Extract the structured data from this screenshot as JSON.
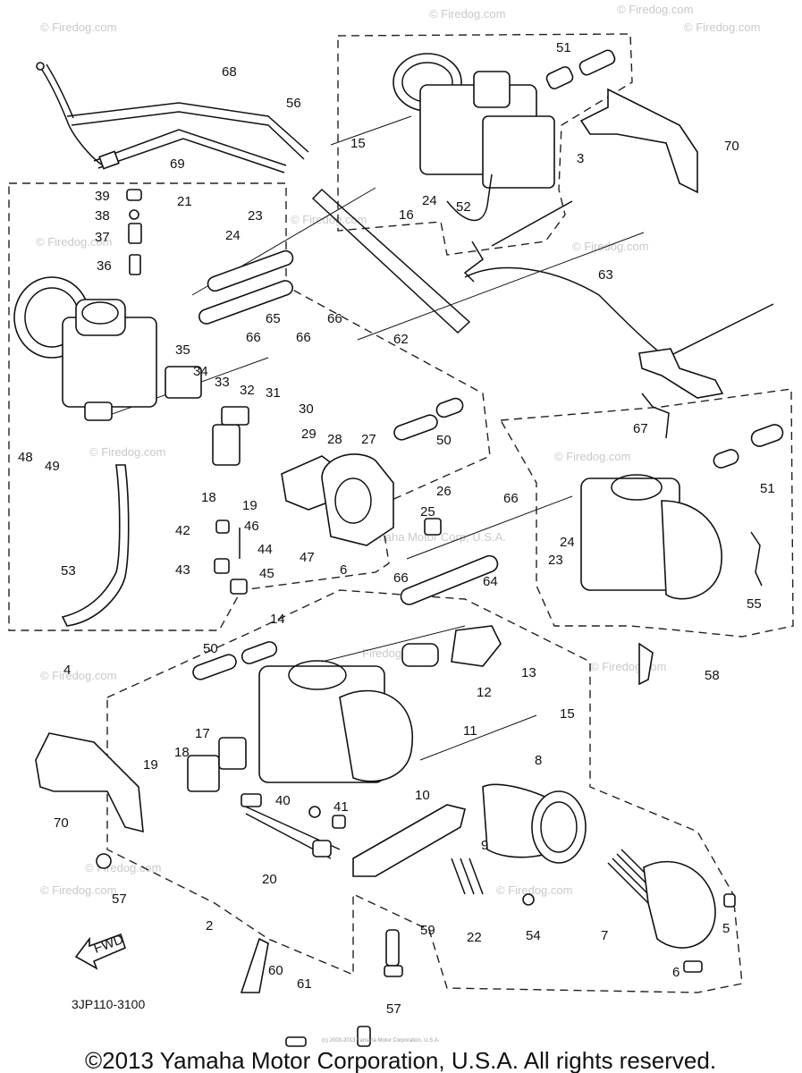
{
  "watermarks": [
    "© Firedog.com",
    "© Firedog.com",
    "© Firedog.com",
    "© Firedog.com",
    "© Firedog.com",
    "© Firedog.com",
    "© Firedog.com",
    "© Firedog.com",
    "© Firedog.com",
    "© Firedog.com",
    "Firedog.com",
    "© Firedog.com",
    "© Firedog.com",
    "© Firedog.com",
    "© Firedog.com",
    "Yamaha Motor Corp, U.S.A."
  ],
  "small_notice": "(c) 2003-2013 Yamaha Motor Corporation, U.S.A.",
  "diagram_code": "3JP110-3100",
  "copyright": "©2013 Yamaha Motor Corporation, U.S.A. All rights reserved.",
  "fwd_label": "FWD",
  "callouts": [
    "51",
    "56",
    "15",
    "3",
    "70",
    "68",
    "69",
    "16",
    "24",
    "52",
    "39",
    "38",
    "37",
    "21",
    "23",
    "24",
    "36",
    "63",
    "66",
    "65",
    "66",
    "66",
    "62",
    "35",
    "34",
    "33",
    "32",
    "31",
    "30",
    "29",
    "28",
    "27",
    "50",
    "67",
    "48",
    "49",
    "18",
    "19",
    "26",
    "25",
    "51",
    "42",
    "46",
    "44",
    "47",
    "6",
    "66",
    "43",
    "45",
    "24",
    "23",
    "55",
    "53",
    "66",
    "64",
    "14",
    "4",
    "50",
    "13",
    "12",
    "15",
    "58",
    "17",
    "11",
    "8",
    "19",
    "18",
    "70",
    "10",
    "40",
    "41",
    "9",
    "20",
    "57",
    "2",
    "59",
    "22",
    "54",
    "7",
    "5",
    "60",
    "6",
    "61",
    "57"
  ]
}
